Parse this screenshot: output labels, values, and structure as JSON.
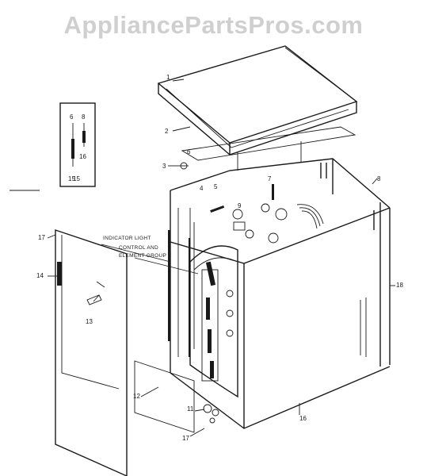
{
  "watermark": "AppliancePartsPros.com",
  "callouts": {
    "group_label_1": "INDICATOR LIGHT",
    "group_label_2": "CONTROL AND",
    "group_label_3": "ELEMENT GROUP",
    "n1": "1",
    "n2": "2",
    "n3": "3",
    "n4": "4",
    "n5": "5",
    "n6": "6",
    "n7": "7",
    "n8": "8",
    "n9": "9",
    "n11": "11",
    "n12": "12",
    "n13": "13",
    "n14": "14",
    "n15": "15",
    "n16": "16",
    "n17": "17",
    "n18": "18",
    "inset_a": "6",
    "inset_b": "8",
    "inset_c": "16",
    "inset_d": "15"
  }
}
